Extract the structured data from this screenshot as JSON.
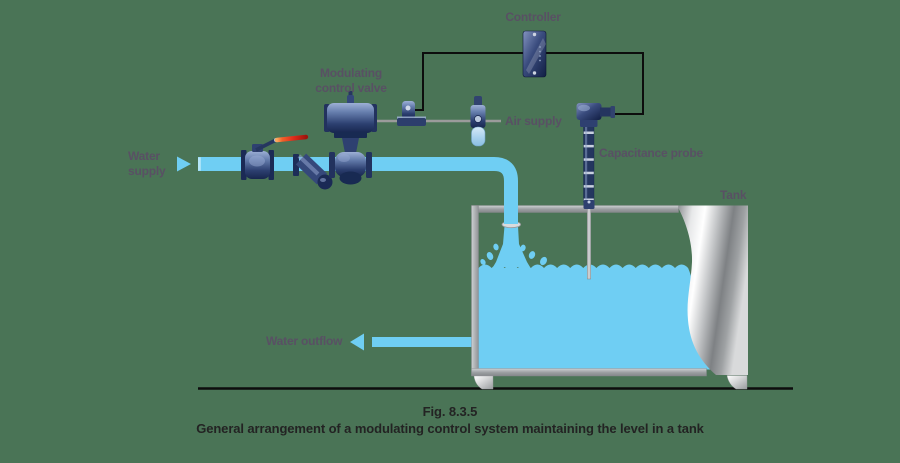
{
  "figure": {
    "number": "Fig. 8.3.5",
    "caption": "General arrangement of a modulating control system maintaining the level in a tank"
  },
  "labels": {
    "water_supply": {
      "line1": "Water",
      "line2": "supply"
    },
    "modulating_valve": {
      "line1": "Modulating",
      "line2": "control valve"
    },
    "controller": "Controller",
    "air_supply": "Air supply",
    "capacitance_probe": "Capacitance probe",
    "tank": "Tank",
    "water_outflow": "Water outflow"
  },
  "colors": {
    "background_green": "#4a7456",
    "water_blue": "#6fcef3",
    "device_navy_dark": "#17264e",
    "device_navy_light": "#9db0d6",
    "tank_frame_gray": "#9a9da0",
    "label_text": "#595064",
    "caption_text": "#232323",
    "signal_line_black": "#0d0d0d",
    "air_line_gray": "#9b9b9b",
    "valve_handle_red": "#e12d1b"
  }
}
